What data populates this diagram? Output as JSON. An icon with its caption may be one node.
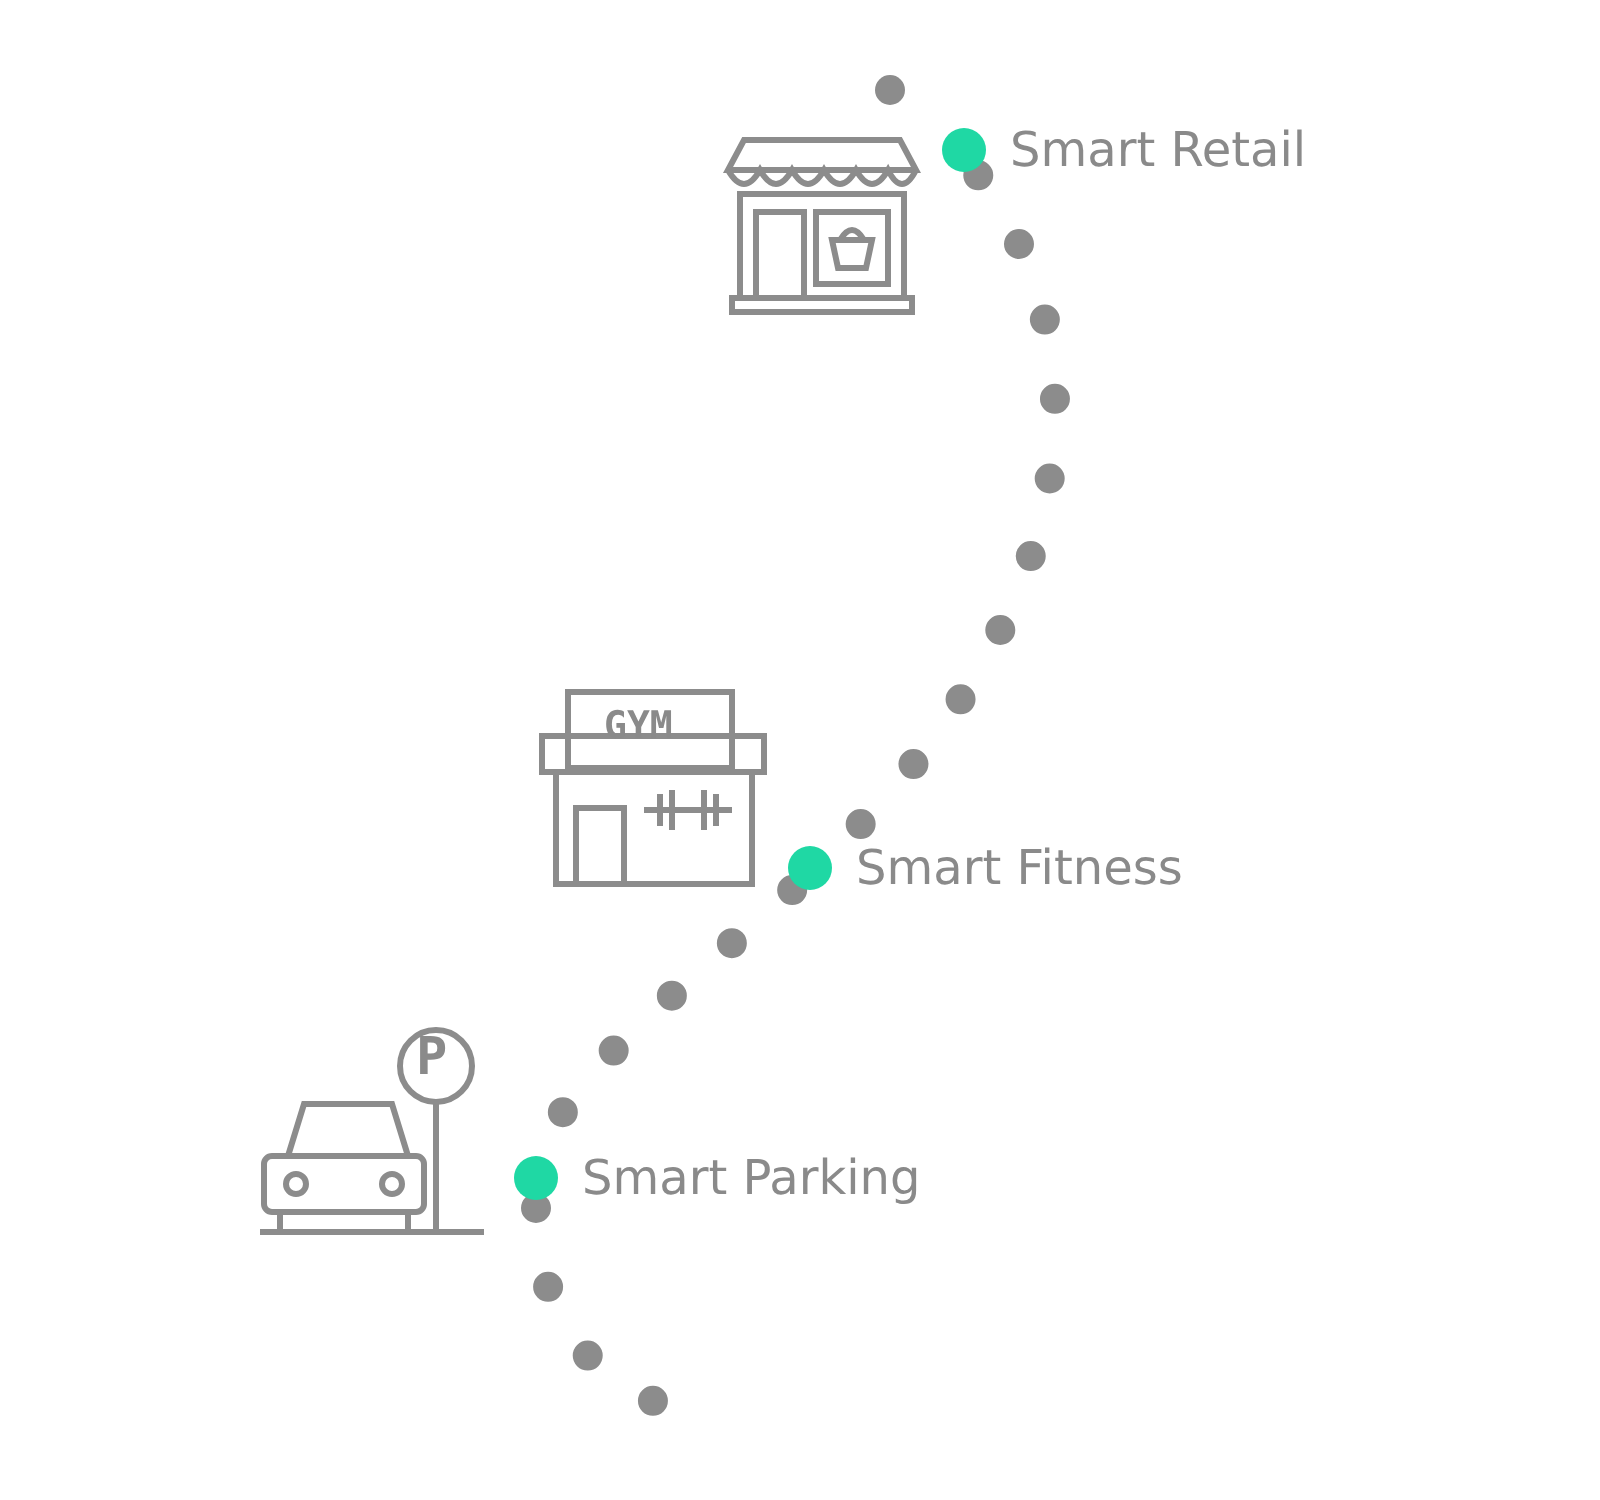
{
  "diagram": {
    "nodes": [
      {
        "text": [
          "Smart Retail"
        ]
      },
      {
        "text": [
          "Smart Fitness"
        ]
      },
      {
        "text": [
          "Smart Parking"
        ]
      }
    ],
    "edges": [
      {
        "from": null,
        "to": 0,
        "arrow": "none",
        "style": "dashed"
      },
      {
        "from": 0,
        "to": 1,
        "arrow": "none",
        "style": "dashed"
      },
      {
        "from": 1,
        "to": 2,
        "arrow": "none",
        "style": "dashed"
      },
      {
        "from": 2,
        "to": null,
        "arrow": "none",
        "style": "dashed"
      }
    ],
    "labels": [
      "GYM",
      "P"
    ]
  }
}
